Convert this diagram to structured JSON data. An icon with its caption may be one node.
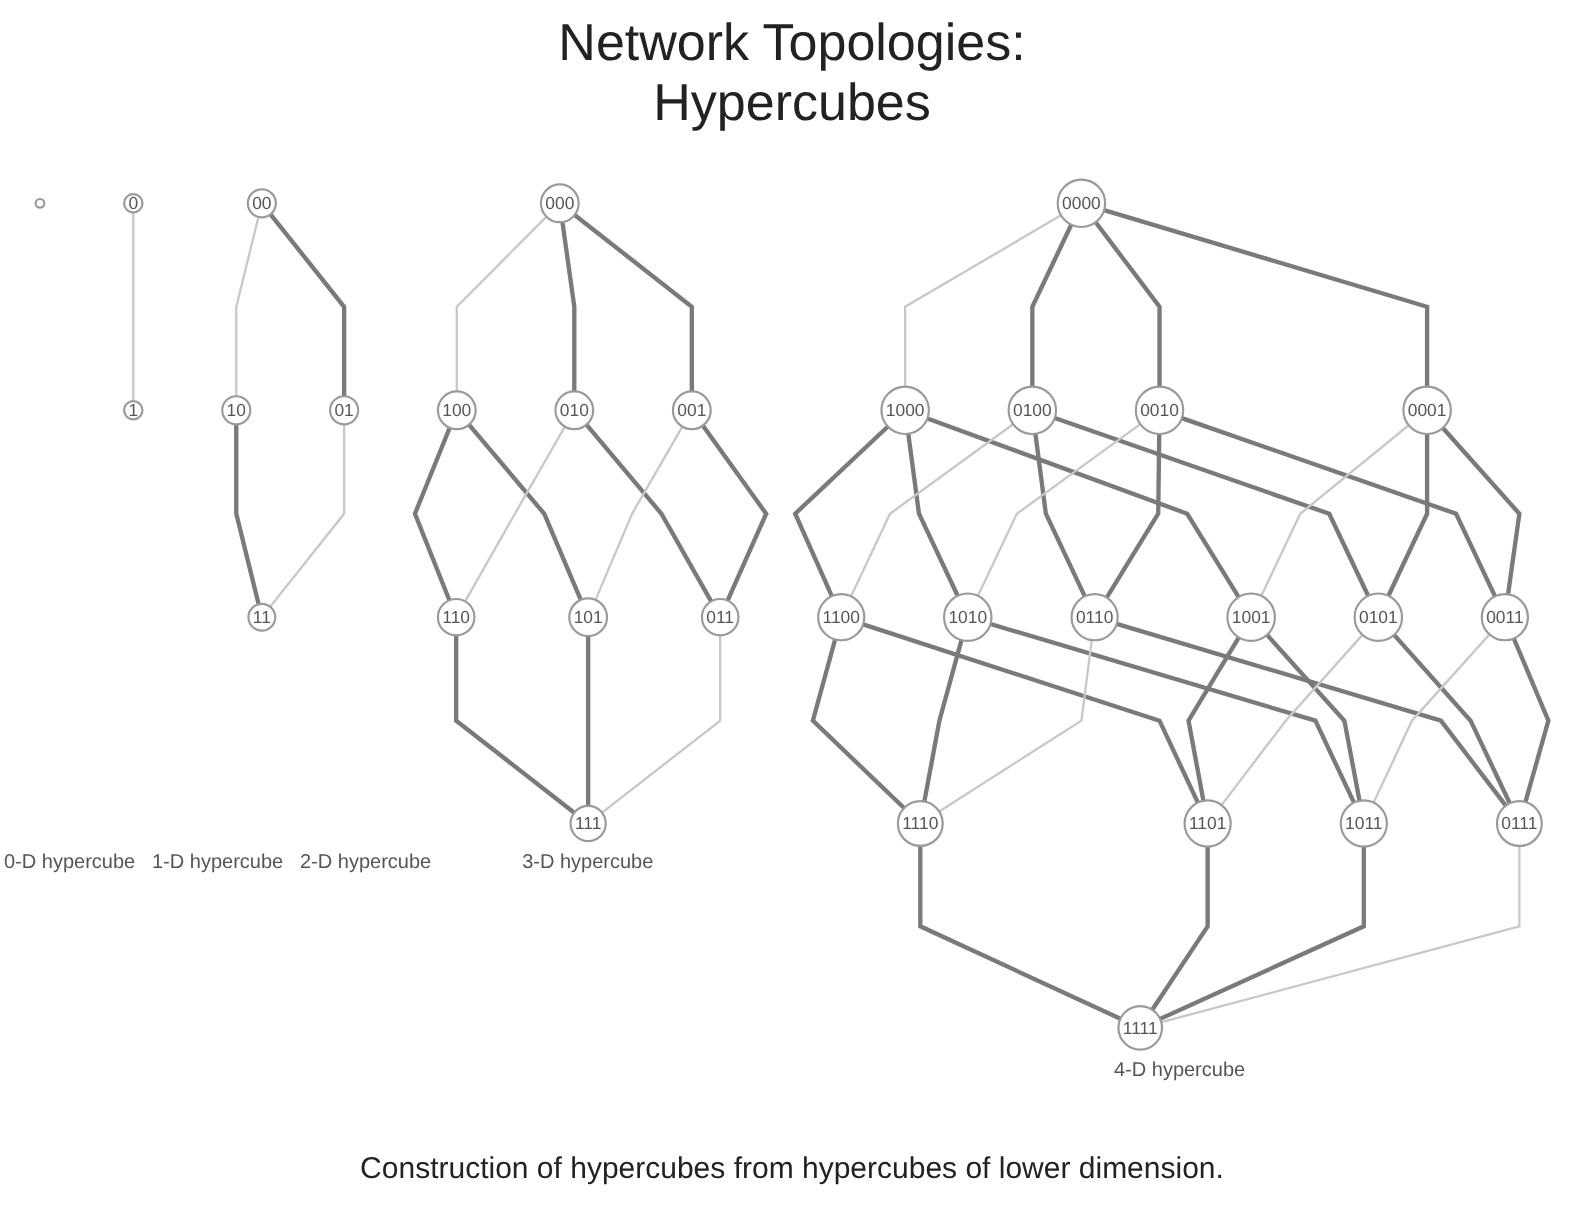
{
  "diagram": {
    "title": "Network Topologies: Hypercubes",
    "caption": "Construction of hypercubes from hypercubes of lower dimension.",
    "nodes": [
      {
        "text": [],
        "shape": "circle"
      },
      {
        "text": [
          "0"
        ]
      },
      {
        "text": [
          "1"
        ]
      },
      {
        "text": [
          "00"
        ]
      },
      {
        "text": [
          "10"
        ]
      },
      {
        "text": [
          "01"
        ]
      },
      {
        "text": [
          "11"
        ]
      },
      {
        "text": [
          "100"
        ]
      },
      {
        "text": [
          "110"
        ]
      },
      {
        "text": [
          "000"
        ]
      },
      {
        "text": [
          "010"
        ]
      },
      {
        "text": [
          "101"
        ]
      },
      {
        "text": [
          "111"
        ]
      },
      {
        "text": [
          "001"
        ]
      },
      {
        "text": [
          "011"
        ]
      },
      {
        "text": [
          "0100"
        ]
      },
      {
        "text": [
          "0110"
        ]
      },
      {
        "text": [
          "0000"
        ]
      },
      {
        "text": [
          "0010"
        ]
      },
      {
        "text": [
          "0101"
        ]
      },
      {
        "text": [
          "0111"
        ]
      },
      {
        "text": [
          "0001"
        ]
      },
      {
        "text": [
          "0011"
        ]
      },
      {
        "text": [
          "1100"
        ]
      },
      {
        "text": [
          "1110"
        ]
      },
      {
        "text": [
          "1000"
        ]
      },
      {
        "text": [
          "1010"
        ]
      },
      {
        "text": [
          "1101"
        ]
      },
      {
        "text": [
          "1111"
        ]
      },
      {
        "text": [
          "1001"
        ]
      },
      {
        "text": [
          "1011"
        ]
      }
    ],
    "edges": [
      {
        "from": 1,
        "to": 2,
        "arrow": "none",
        "color": "#c8c8c8"
      },
      {
        "from": 3,
        "to": 5,
        "arrow": "none"
      },
      {
        "from": 4,
        "to": 6,
        "arrow": "none"
      },
      {
        "from": 3,
        "to": 4,
        "arrow": "none",
        "color": "#c8c8c8"
      },
      {
        "from": 5,
        "to": 6,
        "arrow": "none",
        "color": "#c8c8c8"
      },
      {
        "from": 9,
        "to": 10,
        "arrow": "none"
      },
      {
        "from": 9,
        "to": 13,
        "arrow": "none"
      },
      {
        "from": 10,
        "to": 14,
        "arrow": "none"
      },
      {
        "from": 13,
        "to": 14,
        "arrow": "none"
      },
      {
        "from": 7,
        "to": 8,
        "arrow": "none"
      },
      {
        "from": 7,
        "to": 11,
        "arrow": "none"
      },
      {
        "from": 8,
        "to": 12,
        "arrow": "none"
      },
      {
        "from": 11,
        "to": 12,
        "arrow": "none"
      },
      {
        "from": 9,
        "to": 7,
        "arrow": "none",
        "color": "#c8c8c8"
      },
      {
        "from": 10,
        "to": 8,
        "arrow": "none",
        "color": "#c8c8c8"
      },
      {
        "from": 13,
        "to": 11,
        "arrow": "none",
        "color": "#c8c8c8"
      },
      {
        "from": 14,
        "to": 12,
        "arrow": "none",
        "color": "#c8c8c8"
      },
      {
        "from": 17,
        "to": 18,
        "arrow": "none"
      },
      {
        "from": 17,
        "to": 21,
        "arrow": "none"
      },
      {
        "from": 18,
        "to": 22,
        "arrow": "none"
      },
      {
        "from": 21,
        "to": 22,
        "arrow": "none"
      },
      {
        "from": 15,
        "to": 16,
        "arrow": "none"
      },
      {
        "from": 15,
        "to": 19,
        "arrow": "none"
      },
      {
        "from": 16,
        "to": 20,
        "arrow": "none"
      },
      {
        "from": 19,
        "to": 20,
        "arrow": "none"
      },
      {
        "from": 17,
        "to": 15,
        "arrow": "none"
      },
      {
        "from": 18,
        "to": 16,
        "arrow": "none"
      },
      {
        "from": 21,
        "to": 19,
        "arrow": "none"
      },
      {
        "from": 22,
        "to": 20,
        "arrow": "none"
      },
      {
        "from": 25,
        "to": 26,
        "arrow": "none"
      },
      {
        "from": 25,
        "to": 29,
        "arrow": "none"
      },
      {
        "from": 26,
        "to": 30,
        "arrow": "none"
      },
      {
        "from": 29,
        "to": 30,
        "arrow": "none"
      },
      {
        "from": 23,
        "to": 24,
        "arrow": "none"
      },
      {
        "from": 23,
        "to": 27,
        "arrow": "none"
      },
      {
        "from": 24,
        "to": 28,
        "arrow": "none"
      },
      {
        "from": 27,
        "to": 28,
        "arrow": "none"
      },
      {
        "from": 25,
        "to": 23,
        "arrow": "none"
      },
      {
        "from": 26,
        "to": 24,
        "arrow": "none"
      },
      {
        "from": 29,
        "to": 27,
        "arrow": "none"
      },
      {
        "from": 30,
        "to": 28,
        "arrow": "none"
      },
      {
        "from": 15,
        "to": 23,
        "arrow": "none",
        "color": "#c8c8c8"
      },
      {
        "from": 16,
        "to": 24,
        "arrow": "none",
        "color": "#c8c8c8"
      },
      {
        "from": 17,
        "to": 25,
        "arrow": "none",
        "color": "#c8c8c8"
      },
      {
        "from": 18,
        "to": 26,
        "arrow": "none",
        "color": "#c8c8c8"
      },
      {
        "from": 19,
        "to": 27,
        "arrow": "none",
        "color": "#c8c8c8"
      },
      {
        "from": 20,
        "to": 28,
        "arrow": "none",
        "color": "#c8c8c8"
      },
      {
        "from": 21,
        "to": 29,
        "arrow": "none",
        "color": "#c8c8c8"
      },
      {
        "from": 22,
        "to": 30,
        "arrow": "none",
        "color": "#c8c8c8"
      }
    ],
    "labels": [
      "0-D hypercube",
      "1-D hypercube",
      "2-D hypercube",
      "3-D hypercube",
      "4-D hypercube"
    ]
  }
}
